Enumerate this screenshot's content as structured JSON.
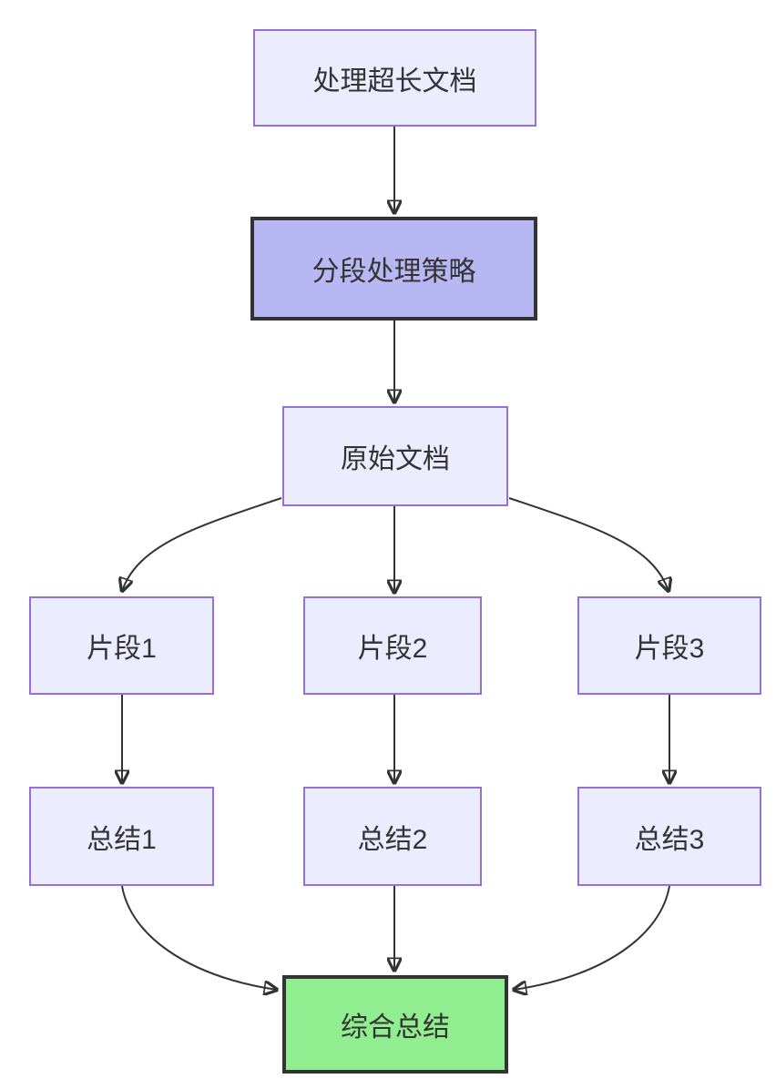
{
  "diagram": {
    "type": "flowchart",
    "direction": "top-down",
    "nodes": {
      "process_long_doc": {
        "label": "处理超长文档"
      },
      "segmentation_strategy": {
        "label": "分段处理策略"
      },
      "original_doc": {
        "label": "原始文档"
      },
      "fragment1": {
        "label": "片段1"
      },
      "fragment2": {
        "label": "片段2"
      },
      "fragment3": {
        "label": "片段3"
      },
      "summary1": {
        "label": "总结1"
      },
      "summary2": {
        "label": "总结2"
      },
      "summary3": {
        "label": "总结3"
      },
      "combined_summary": {
        "label": "综合总结"
      }
    },
    "edges": [
      {
        "from": "处理超长文档",
        "to": "分段处理策略"
      },
      {
        "from": "分段处理策略",
        "to": "原始文档"
      },
      {
        "from": "原始文档",
        "to": "片段1"
      },
      {
        "from": "原始文档",
        "to": "片段2"
      },
      {
        "from": "原始文档",
        "to": "片段3"
      },
      {
        "from": "片段1",
        "to": "总结1"
      },
      {
        "from": "片段2",
        "to": "总结2"
      },
      {
        "from": "片段3",
        "to": "总结3"
      },
      {
        "from": "总结1",
        "to": "综合总结"
      },
      {
        "from": "总结2",
        "to": "综合总结"
      },
      {
        "from": "总结3",
        "to": "综合总结"
      }
    ],
    "colors": {
      "node_fill": "#ECECFF",
      "node_border": "#9370DB",
      "emphasis_fill": "#b7b7f4",
      "emphasis_border": "#333333",
      "result_fill": "#90EE90",
      "result_border": "#333333",
      "edge_stroke": "#333333",
      "text": "#333333",
      "background": "#ffffff"
    }
  }
}
